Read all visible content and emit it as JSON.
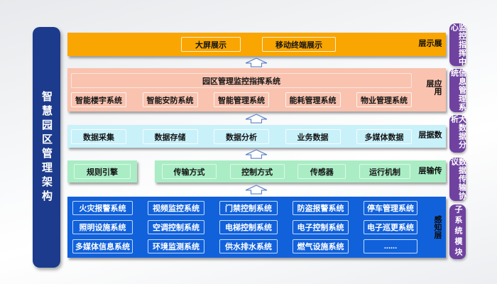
{
  "title": "智慧园区管理架构",
  "colors": {
    "banner_navy": "#1c3b8c",
    "display_orange": "#f9a602",
    "app_salmon": "#f9c3b0",
    "data_cyan": "#c9f1fa",
    "trans_green": "#aaedc5",
    "sense_blue": "#1161db",
    "tag_purple": "#6f42a0",
    "arrow_stroke": "#5b7fc4"
  },
  "layers": {
    "display": {
      "label": "展示层",
      "items": [
        "大屏展示",
        "移动终端展示"
      ]
    },
    "app": {
      "label": "应用层",
      "header": "园区管理监控指挥系统",
      "items": [
        "智能楼宇系统",
        "智能安防系统",
        "智能管理系统",
        "能耗管理系统",
        "物业管理系统"
      ]
    },
    "data": {
      "label": "数据层",
      "items": [
        "数据采集",
        "数据存储",
        "数据分析",
        "业务数据",
        "多媒体数据"
      ]
    },
    "trans": {
      "label": "传输层",
      "side": "规则引擎",
      "items": [
        "传输方式",
        "控制方式",
        "传感器",
        "运行机制"
      ]
    },
    "sense": {
      "label": "感知层",
      "rows": [
        [
          "火灾报警系统",
          "视频监控系统",
          "门禁控制系统",
          "防盗报警系统",
          "停车管理系统"
        ],
        [
          "照明设施系统",
          "空调控制系统",
          "电梯控制系统",
          "电子控制系统",
          "电子巡更系统"
        ],
        [
          "多媒体信息系统",
          "环境监测系统",
          "供水排水系统",
          "燃气设施系统",
          "......"
        ]
      ]
    }
  },
  "right_tags": [
    "监控指挥中心",
    "信息管理系统",
    "大数据分析",
    "数据传输协议",
    "子系统模块"
  ]
}
